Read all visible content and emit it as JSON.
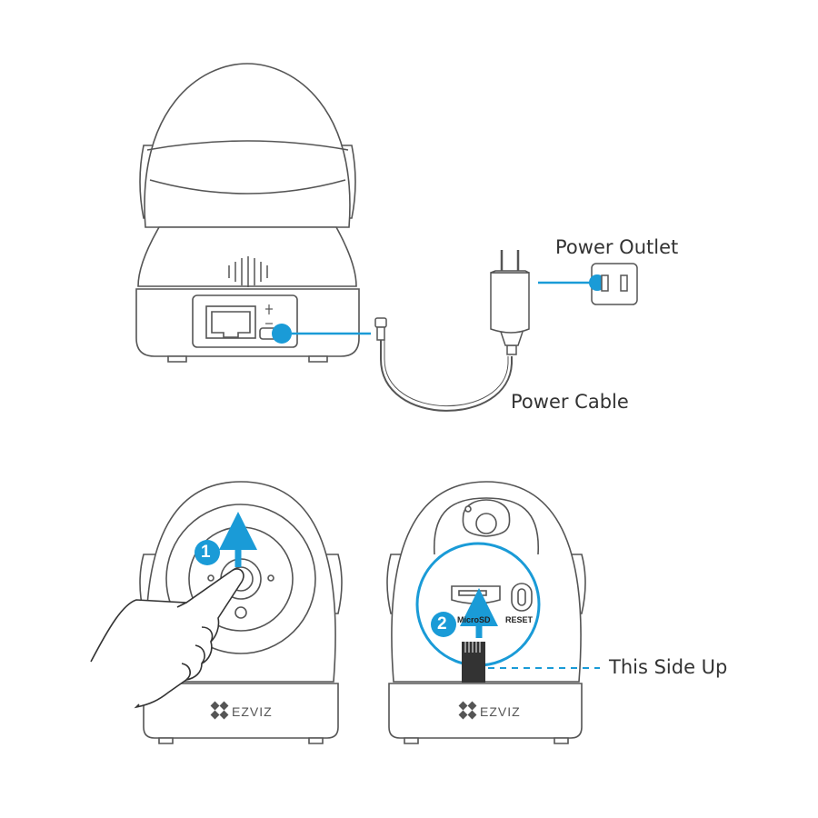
{
  "labels": {
    "power_outlet": "Power Outlet",
    "power_cable": "Power Cable",
    "this_side_up": "This Side Up"
  },
  "steps": {
    "step1": "1",
    "step2": "2"
  },
  "camera": {
    "brand": "EZVIZ",
    "microsd_label": "MicroSD",
    "reset_label": "RESET"
  },
  "colors": {
    "accent": "#1a9bd7",
    "line": "#555555",
    "fill": "#ffffff"
  }
}
